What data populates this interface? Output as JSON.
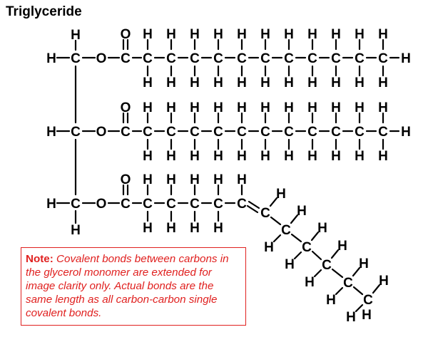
{
  "title": "Triglyceride",
  "atoms": {
    "carbon": "C",
    "hydrogen": "H",
    "oxygen": "O"
  },
  "glycerol_rows": 3,
  "chains": [
    {
      "type": "saturated",
      "carbons_after_carbonyl": 11
    },
    {
      "type": "saturated",
      "carbons_after_carbonyl": 11
    },
    {
      "type": "unsaturated",
      "carbons_straight": 5,
      "double_bond_after_carbon": 5,
      "carbons_diagonal": 6
    }
  ],
  "note": {
    "label": "Note:",
    "text": "Covalent bonds between carbons in the glycerol monomer are extended for image clarity only. Actual bonds are the same length as all carbon-carbon single covalent bonds."
  },
  "colors": {
    "note": "#e0201f",
    "ink": "#000000"
  }
}
